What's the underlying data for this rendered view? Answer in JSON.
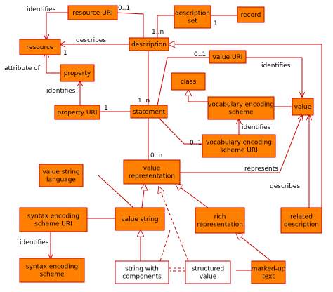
{
  "nodes": {
    "resource_uri": {
      "label": [
        "resource URI"
      ],
      "fill": "#ff7f00"
    },
    "description_set": {
      "label": [
        "description",
        "set"
      ],
      "fill": "#ff7f00"
    },
    "record": {
      "label": [
        "record"
      ],
      "fill": "#ff7f00"
    },
    "resource": {
      "label": [
        "resource"
      ],
      "fill": "#ff7f00"
    },
    "description": {
      "label": [
        "description"
      ],
      "fill": "#ff7f00"
    },
    "property": {
      "label": [
        "property"
      ],
      "fill": "#ff7f00"
    },
    "value_uri": {
      "label": [
        "value URI"
      ],
      "fill": "#ff7f00"
    },
    "class": {
      "label": [
        "class"
      ],
      "fill": "#ff7f00"
    },
    "property_uri": {
      "label": [
        "property URI"
      ],
      "fill": "#ff7f00"
    },
    "statement": {
      "label": [
        "statement"
      ],
      "fill": "#ff7f00"
    },
    "vocab_scheme": {
      "label": [
        "vocabulary encoding",
        "scheme"
      ],
      "fill": "#ff7f00"
    },
    "value": {
      "label": [
        "value"
      ],
      "fill": "#ff7f00"
    },
    "vocab_scheme_uri": {
      "label": [
        "vocabulary encoding",
        "scheme URI"
      ],
      "fill": "#ff7f00"
    },
    "value_representation": {
      "label": [
        "value",
        "representation"
      ],
      "fill": "#ff7f00"
    },
    "value_string_language": {
      "label": [
        "value string",
        "language"
      ],
      "fill": "#ff7f00"
    },
    "syntax_scheme_uri": {
      "label": [
        "syntax encoding",
        "scheme URI"
      ],
      "fill": "#ff7f00"
    },
    "value_string": {
      "label": [
        "value string"
      ],
      "fill": "#ff7f00"
    },
    "rich_representation": {
      "label": [
        "rich",
        "representation"
      ],
      "fill": "#ff7f00"
    },
    "related_description": {
      "label": [
        "related",
        "description"
      ],
      "fill": "#ff7f00"
    },
    "syntax_scheme": {
      "label": [
        "syntax encoding",
        "scheme"
      ],
      "fill": "#ff7f00"
    },
    "string_with_components": {
      "label": [
        "string with",
        "components"
      ],
      "fill": "#ffffff"
    },
    "structured_value": {
      "label": [
        "structured",
        "value"
      ],
      "fill": "#ffffff"
    },
    "marked_up_text": {
      "label": [
        "marked-up",
        "text"
      ],
      "fill": "#ff7f00"
    }
  },
  "edge_labels": {
    "identifies_top": "identifies",
    "describes_top": "describes",
    "attribute_of": "attribute of",
    "identifies_property": "identifies",
    "identifies_value": "identifies",
    "identifies_vocab": "identifies",
    "represents": "represents",
    "describes_related": "describes",
    "identifies_syntax": "identifies"
  },
  "multiplicities": {
    "m_0_1_a": "0..1",
    "m_1_n_a": "1..n",
    "m_1_record": "1",
    "m_1_resource": "1",
    "m_0_1_valueuri": "0..1",
    "m_1_n_statement": "1..n",
    "m_1_propuri": "1",
    "m_0_1_vocaburi": "0..1",
    "m_0_n": "0..n"
  },
  "colors": {
    "box_fill": "#ff7f00",
    "stroke": "#cc0000",
    "text": "#000000"
  }
}
